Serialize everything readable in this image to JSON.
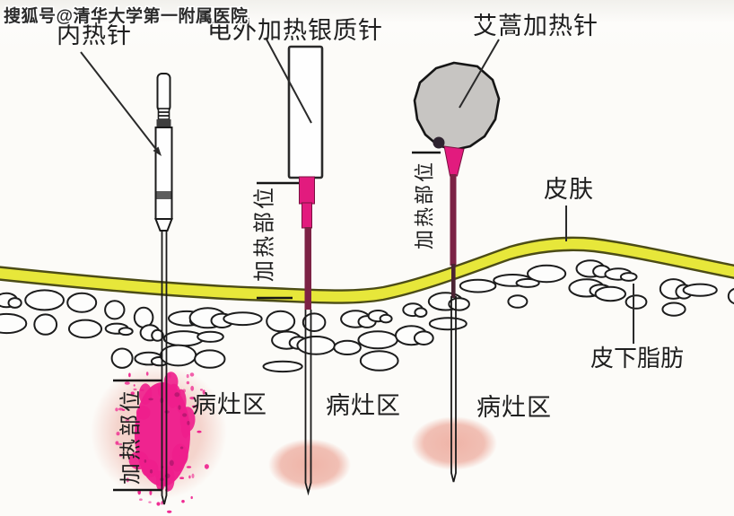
{
  "watermark": "搜狐号@清华大学第一附属医院",
  "labels": {
    "needle_internal": "内热针",
    "needle_silver": "电外加热银质针",
    "needle_moxa": "艾蒿加热针",
    "skin": "皮肤",
    "subcutaneous_fat": "皮下脂肪",
    "lesion_left": "病灶区",
    "lesion_middle": "病灶区",
    "lesion_right": "病灶区",
    "heating_zone_left": "加热部位",
    "heating_zone_middle": "加热部位",
    "heating_zone_right": "加热部位"
  },
  "colors": {
    "background": "#fcfbf8",
    "skin_fill": "#e7e73a",
    "skin_outline": "#4c4c16",
    "cell_fill": "#fdfdfc",
    "cell_outline": "#1c1c1c",
    "needle_outline": "#1b1b1b",
    "needle_fill": "#fefefe",
    "band_dark": "#3f3f3f",
    "band_mid": "#5d5d5d",
    "magenta_bright": "#e21b7e",
    "magenta_dark": "#7c2245",
    "moxa_gray": "#c7c5c2",
    "moxa_junction": "#2f2430",
    "lesion_halo": "#f3cdc5",
    "lesion_oval": "#eeb0a3",
    "splatter": "#ee1e8c",
    "splatter_dark": "#a81468",
    "ink": "#1f1f1f",
    "leader": "#2a2a2a",
    "watermark_ink": "#2b2b2b"
  }
}
